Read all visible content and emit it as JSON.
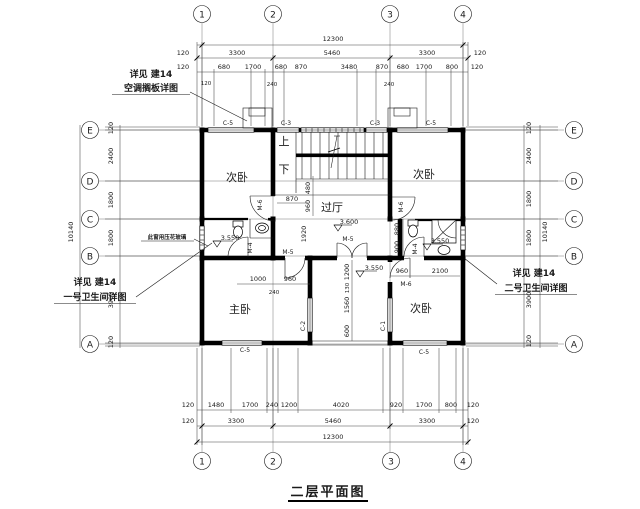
{
  "title": "二层平面图",
  "annotations": {
    "ac_l1": "详见 建14",
    "ac_l2": "空调搁板详图",
    "bath1_l1": "详见 建14",
    "bath1_l2": "一号卫生间详图",
    "bath2_l1": "详见 建14",
    "bath2_l2": "二号卫生间详图",
    "window_note": "此窗用压花玻璃"
  },
  "axes": {
    "v": [
      "1",
      "2",
      "3",
      "4"
    ],
    "h": [
      "E",
      "D",
      "C",
      "B",
      "A"
    ]
  },
  "rooms": {
    "bed_tl": "次卧",
    "bed_tr": "次卧",
    "bed_br": "次卧",
    "master": "主卧",
    "hall": "过厅",
    "stair_up": "上",
    "stair_down": "下"
  },
  "levels": {
    "hall": "3.600",
    "bath1": "3.550",
    "bath2": "3.550",
    "terrace": "3.550"
  },
  "tags": {
    "c5": "C-5",
    "c3": "C-3",
    "c1": "C-1",
    "c2": "C-2",
    "m4": "M-4",
    "m5": "M-5",
    "m6": "M-6"
  },
  "dims": {
    "top_overall": "12300",
    "top2": [
      "120",
      "3300",
      "5460",
      "3300",
      "120"
    ],
    "top1": [
      "120",
      "680",
      "1700",
      "680",
      "870",
      "3480",
      "870",
      "680",
      "1700",
      "800",
      "120"
    ],
    "top_sub": [
      "120",
      "240",
      "240"
    ],
    "bottom1": [
      "120",
      "1480",
      "1700",
      "240",
      "1200",
      "4020",
      "920",
      "1700",
      "800",
      "120"
    ],
    "bottom2": [
      "120",
      "3300",
      "5460",
      "3300",
      "120"
    ],
    "bottom_overall": "12300",
    "left": [
      "120",
      "2400",
      "1800",
      "1800",
      "3900",
      "120"
    ],
    "left_overall": "10140",
    "right": [
      "120",
      "2400",
      "1800",
      "1800",
      "3900",
      "120"
    ],
    "right_overall": "10140",
    "inner": {
      "d870": "870",
      "d480": "480",
      "d960a": "960",
      "d1920": "1920",
      "d1000": "1000",
      "d960b": "960",
      "d240": "240",
      "d960c": "960",
      "d2100": "2100",
      "d1200": "1200",
      "d130": "130",
      "d1560": "1560",
      "d600": "600",
      "d880": "880",
      "d900": "900"
    }
  }
}
